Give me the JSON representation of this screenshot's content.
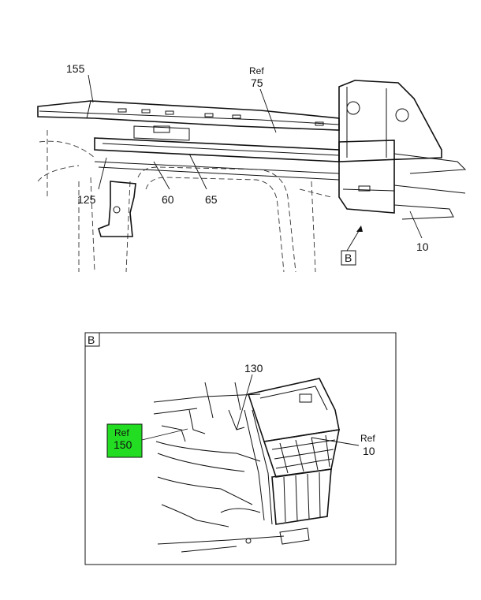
{
  "main_view": {
    "callouts": {
      "c155": "155",
      "c75_ref": "Ref",
      "c75": "75",
      "c125": "125",
      "c60": "60",
      "c65": "65",
      "c10": "10",
      "view_b": "B"
    }
  },
  "detail_view": {
    "frame_label": "B",
    "callouts": {
      "c130": "130",
      "c150_ref": "Ref",
      "c150": "150",
      "c10_ref": "Ref",
      "c10": "10"
    },
    "highlight_color": "#22dd22"
  }
}
